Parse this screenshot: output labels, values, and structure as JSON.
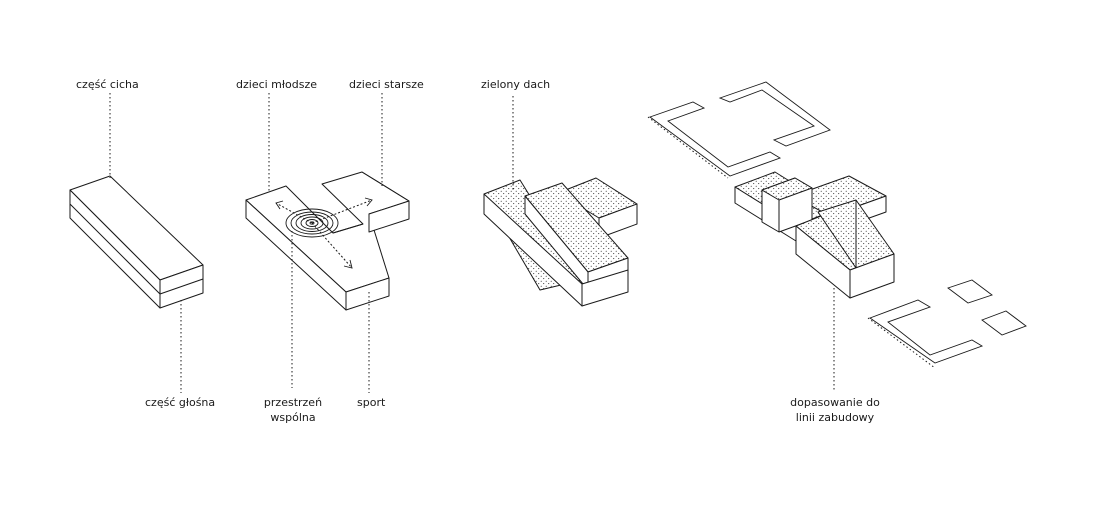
{
  "labels": {
    "quiet": "część cicha",
    "loud": "część głośna",
    "younger": "dzieci młodsze",
    "older": "dzieci starsze",
    "common_line1": "przestrzeń",
    "common_line2": "wspólna",
    "sport": "sport",
    "green_roof": "zielony dach",
    "fit_line1": "dopasowanie do",
    "fit_line2": "linii zabudowy"
  },
  "colors": {
    "stroke": "#1a1a1a",
    "background": "#ffffff"
  }
}
